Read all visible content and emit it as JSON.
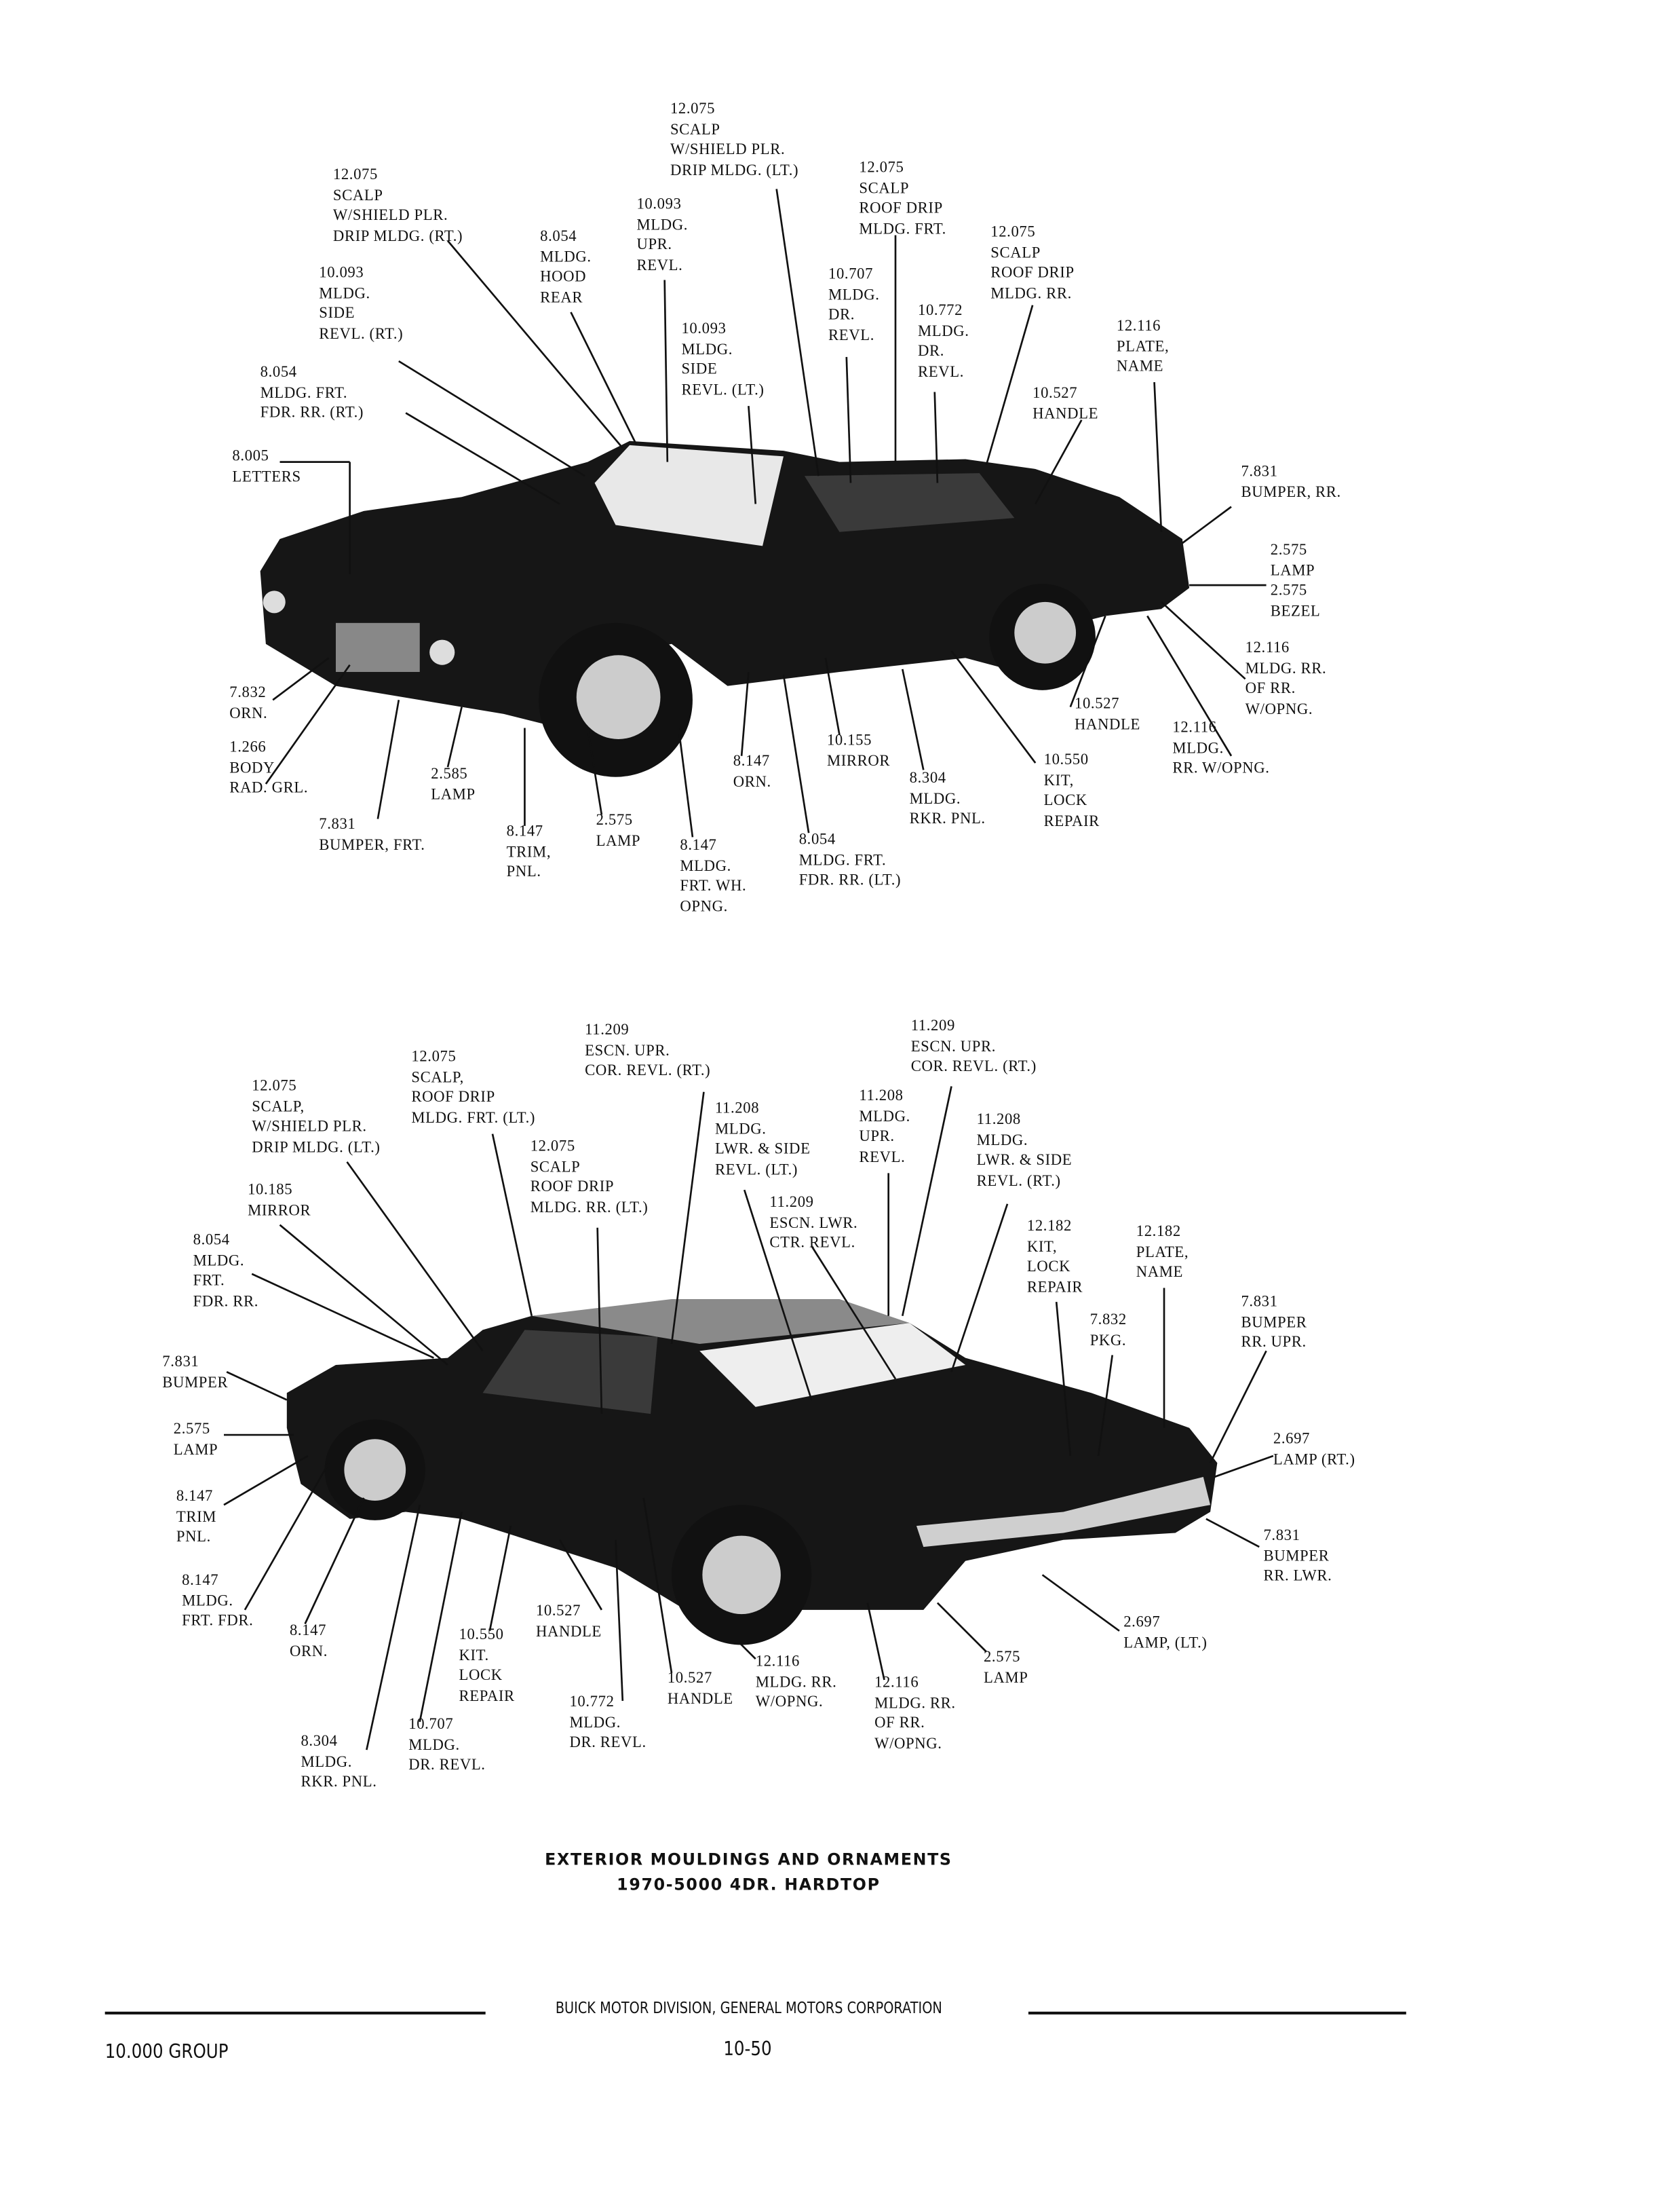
{
  "top_view_labels": [
    "12.075\nSCALP\nW/SHIELD PLR.\nDRIP MLDG. (LT.)",
    "12.075\nSCALP\nW/SHIELD PLR.\nDRIP MLDG. (RT.)",
    "12.075\nSCALP\nROOF DRIP\nMLDG. FRT.",
    "10.093\nMLDG.\nUPR.\nREVL.",
    "8.054\nMLDG.\nHOOD\nREAR",
    "12.075\nSCALP\nROOF DRIP\nMLDG. RR.",
    "10.093\nMLDG.\nSIDE\nREVL. (RT.)",
    "10.707\nMLDG.\nDR.\nREVL.",
    "10.772\nMLDG.\nDR.\nREVL.",
    "10.093\nMLDG.\nSIDE\nREVL. (LT.)",
    "12.116\nPLATE,\nNAME",
    "8.054\nMLDG. FRT.\nFDR. RR. (RT.)",
    "10.527\nHANDLE",
    "8.005\nLETTERS",
    "7.831\nBUMPER, RR.",
    "2.575\nLAMP\n2.575\nBEZEL",
    "12.116\nMLDG. RR.\nOF RR.\nW/OPNG.",
    "7.832\nORN.",
    "10.527\nHANDLE",
    "12.116\nMLDG.\nRR. W/OPNG.",
    "1.266\nBODY\nRAD. GRL.",
    "10.155\nMIRROR",
    "8.147\nORN.",
    "10.550\nKIT,\nLOCK\nREPAIR",
    "2.585\nLAMP",
    "8.304\nMLDG.\nRKR. PNL.",
    "7.831\nBUMPER, FRT.",
    "2.575\nLAMP",
    "8.147\nTRIM,\nPNL.",
    "8.054\nMLDG. FRT.\nFDR. RR. (LT.)",
    "8.147\nMLDG.\nFRT. WH.\nOPNG."
  ],
  "bottom_view_labels": [
    "11.209\nESCN. UPR.\nCOR. REVL. (RT.)",
    "11.209\nESCN. UPR.\nCOR. REVL. (RT.)",
    "12.075\nSCALP,\nROOF DRIP\nMLDG. FRT. (LT.)",
    "12.075\nSCALP,\nW/SHIELD PLR.\nDRIP MLDG. (LT.)",
    "11.208\nMLDG.\nUPR.\nREVL.",
    "11.208\nMLDG.\nLWR. & SIDE\nREVL. (LT.)",
    "11.208\nMLDG.\nLWR. & SIDE\nREVL. (RT.)",
    "12.075\nSCALP\nROOF DRIP\nMLDG. RR. (LT.)",
    "10.185\nMIRROR",
    "11.209\nESCN. LWR.\nCTR. REVL.",
    "12.182\nKIT,\nLOCK\nREPAIR",
    "12.182\nPLATE,\nNAME",
    "8.054\nMLDG.\nFRT.\nFDR. RR.",
    "7.831\nBUMPER\nRR. UPR.",
    "7.832\nPKG.",
    "7.831\nBUMPER",
    "2.575\nLAMP",
    "2.697\nLAMP (RT.)",
    "8.147\nTRIM\nPNL.",
    "7.831\nBUMPER\nRR. LWR.",
    "8.147\nMLDG.\nFRT. FDR.",
    "10.527\nHANDLE",
    "8.147\nORN.",
    "10.550\nKIT.\nLOCK\nREPAIR",
    "2.697\nLAMP, (LT.)",
    "2.575\nLAMP",
    "12.116\nMLDG. RR.\nW/OPNG.",
    "10.527\nHANDLE",
    "12.116\nMLDG. RR.\nOF RR.\nW/OPNG.",
    "10.772\nMLDG.\nDR. REVL.",
    "10.707\nMLDG.\nDR. REVL.",
    "8.304\nMLDG.\nRKR. PNL."
  ],
  "caption": {
    "line1": "EXTERIOR MOULDINGS AND ORNAMENTS",
    "line2": "1970-5000 4DR. HARDTOP"
  },
  "footer": {
    "publisher": "BUICK MOTOR DIVISION, GENERAL MOTORS CORPORATION",
    "group": "10.000 GROUP",
    "page_number": "10-50"
  }
}
